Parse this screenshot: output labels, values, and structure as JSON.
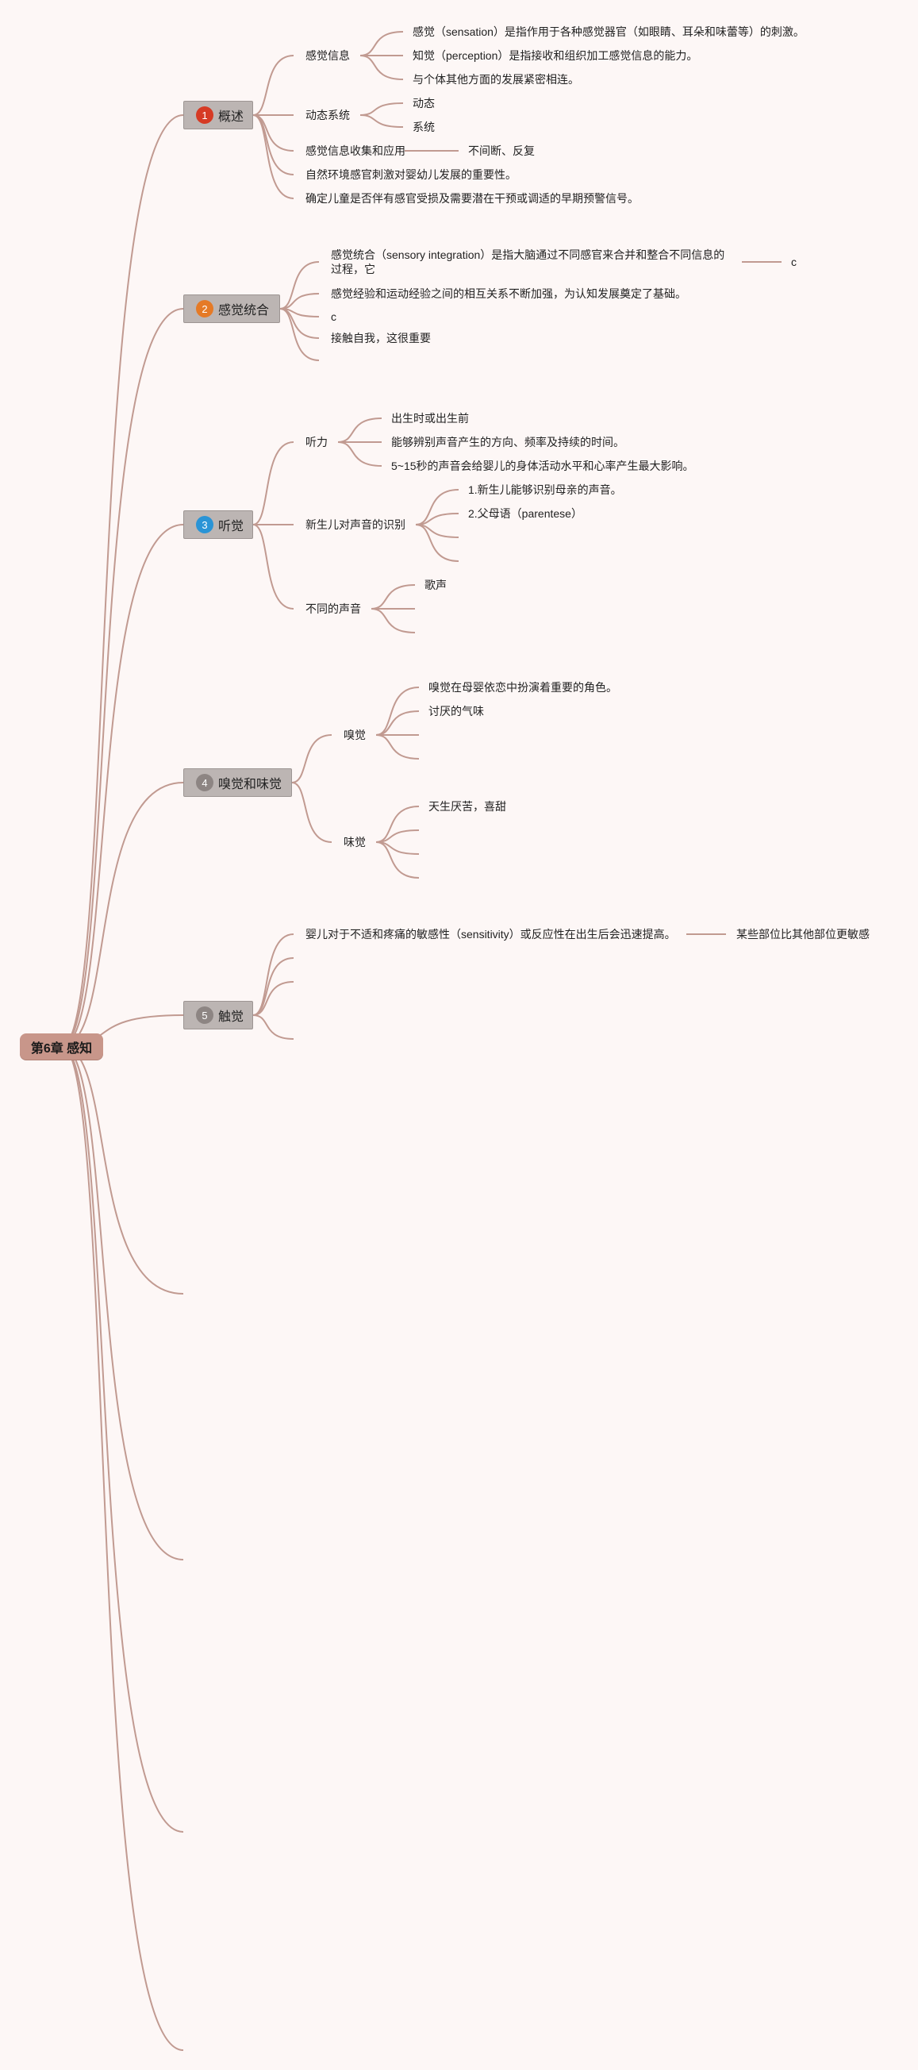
{
  "root": {
    "label": "第6章 感知"
  },
  "topics": [
    {
      "number": "1",
      "badge_color": "#d63a24",
      "label": "概述",
      "children": [
        {
          "label": "感觉信息",
          "children": [
            "感觉（sensation）是指作用于各种感觉器官（如眼睛、耳朵和味蕾等）的刺激。",
            "知觉（perception）是指接收和组织加工感觉信息的能力。",
            "与个体其他方面的发展紧密相连。"
          ]
        },
        {
          "label": "动态系统",
          "children": [
            "动态",
            "系统"
          ]
        },
        {
          "label": "感觉信息收集和应用",
          "children": [
            "不间断、反复"
          ]
        },
        {
          "label": "自然环境感官刺激对婴幼儿发展的重要性。",
          "children": []
        },
        {
          "label": "确定儿童是否伴有感官受损及需要潜在干预或调适的早期预警信号。",
          "children": []
        }
      ]
    },
    {
      "number": "2",
      "badge_color": "#e57a26",
      "label": "感觉统合",
      "children": [
        {
          "label": "感觉统合（sensory integration）是指大脑通过不同感官来合并和整合不同信息的过程，它",
          "children": [
            "c"
          ]
        },
        {
          "label": "感觉经验和运动经验之间的相互关系不断加强，为认知发展奠定了基础。",
          "children": []
        },
        {
          "label": "c",
          "children": []
        },
        {
          "label": "接触自我，这很重要",
          "children": []
        },
        {
          "label": "",
          "children": []
        }
      ]
    },
    {
      "number": "3",
      "badge_color": "#2a94d6",
      "label": "听觉",
      "children": [
        {
          "label": "听力",
          "children": [
            "出生时或出生前",
            "能够辨别声音产生的方向、频率及持续的时间。",
            "5~15秒的声音会给婴儿的身体活动水平和心率产生最大影响。"
          ]
        },
        {
          "label": "新生儿对声音的识别",
          "children": [
            "1.新生儿能够识别母亲的声音。",
            "2.父母语（parentese）",
            "",
            ""
          ]
        },
        {
          "label": "不同的声音",
          "children": [
            "歌声",
            "",
            ""
          ]
        }
      ]
    },
    {
      "number": "4",
      "badge_color": "#8d8583",
      "label": "嗅觉和味觉",
      "children": [
        {
          "label": "嗅觉",
          "children": [
            "嗅觉在母婴依恋中扮演着重要的角色。",
            "讨厌的气味",
            "",
            ""
          ]
        },
        {
          "label": "味觉",
          "children": [
            "天生厌苦，喜甜",
            "",
            "",
            ""
          ]
        }
      ]
    },
    {
      "number": "5",
      "badge_color": "#8d8583",
      "label": "触觉",
      "children": [
        {
          "label": "婴儿对于不适和疼痛的敏感性（sensitivity）或反应性在出生后会迅速提高。",
          "children": [
            "某些部位比其他部位更敏感"
          ]
        },
        {
          "label": "",
          "children": []
        },
        {
          "label": "",
          "children": []
        },
        {
          "label": "",
          "children": []
        }
      ]
    }
  ]
}
